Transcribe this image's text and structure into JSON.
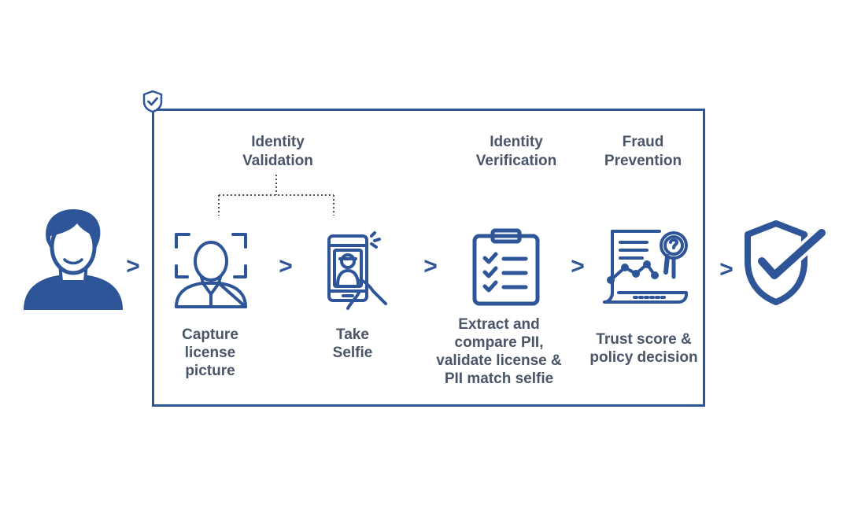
{
  "headings": {
    "identity_validation": [
      "Identity",
      "Validation"
    ],
    "identity_verification": [
      "Identity",
      "Verification"
    ],
    "fraud_prevention": [
      "Fraud",
      "Prevention"
    ]
  },
  "steps": [
    {
      "icon": "face-scan-icon",
      "caption": [
        "Capture",
        "license",
        "picture"
      ]
    },
    {
      "icon": "phone-selfie-icon",
      "caption": [
        "Take",
        "Selfie"
      ]
    },
    {
      "icon": "clipboard-checklist-icon",
      "caption": [
        "Extract and",
        "compare PII,",
        "validate license &",
        "PII match selfie"
      ]
    },
    {
      "icon": "report-magnifier-icon",
      "caption": [
        "Trust score &",
        "policy decision"
      ]
    }
  ],
  "arrow_glyph": ">",
  "colors": {
    "brand_blue": "#2d5597",
    "text_gray": "#4a5568"
  }
}
